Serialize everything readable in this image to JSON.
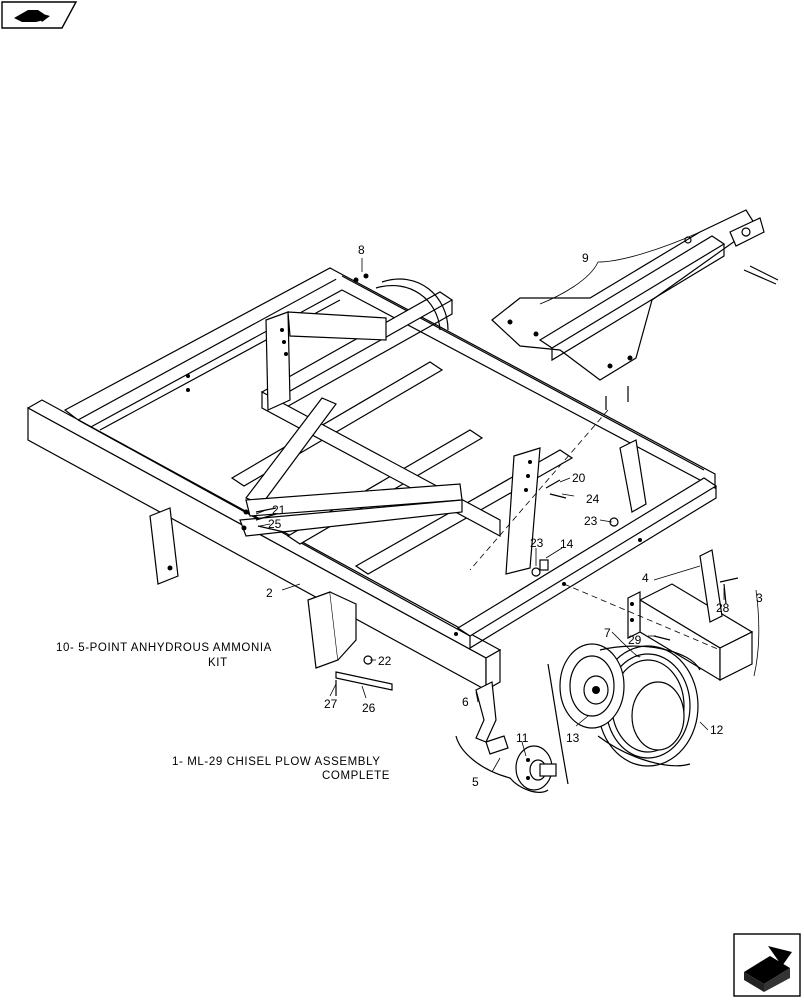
{
  "nav": {
    "back_icon": "back-arrow-icon",
    "next_icon": "next-page-icon"
  },
  "captions": {
    "kit_line1": "10- 5-POINT ANHYDROUS AMMONIA",
    "kit_line2": "KIT",
    "assembly_line1": "1- ML-29 CHISEL PLOW ASSEMBLY",
    "assembly_line2": "COMPLETE"
  },
  "callouts": {
    "c2": "2",
    "c3": "3",
    "c4": "4",
    "c5": "5",
    "c6": "6",
    "c7": "7",
    "c8": "8",
    "c9": "9",
    "c11": "11",
    "c12": "12",
    "c13": "13",
    "c14": "14",
    "c20": "20",
    "c21": "21",
    "c22": "22",
    "c23a": "23",
    "c23b": "23",
    "c24": "24",
    "c25": "25",
    "c26": "26",
    "c27": "27",
    "c28": "28",
    "c29": "29"
  }
}
